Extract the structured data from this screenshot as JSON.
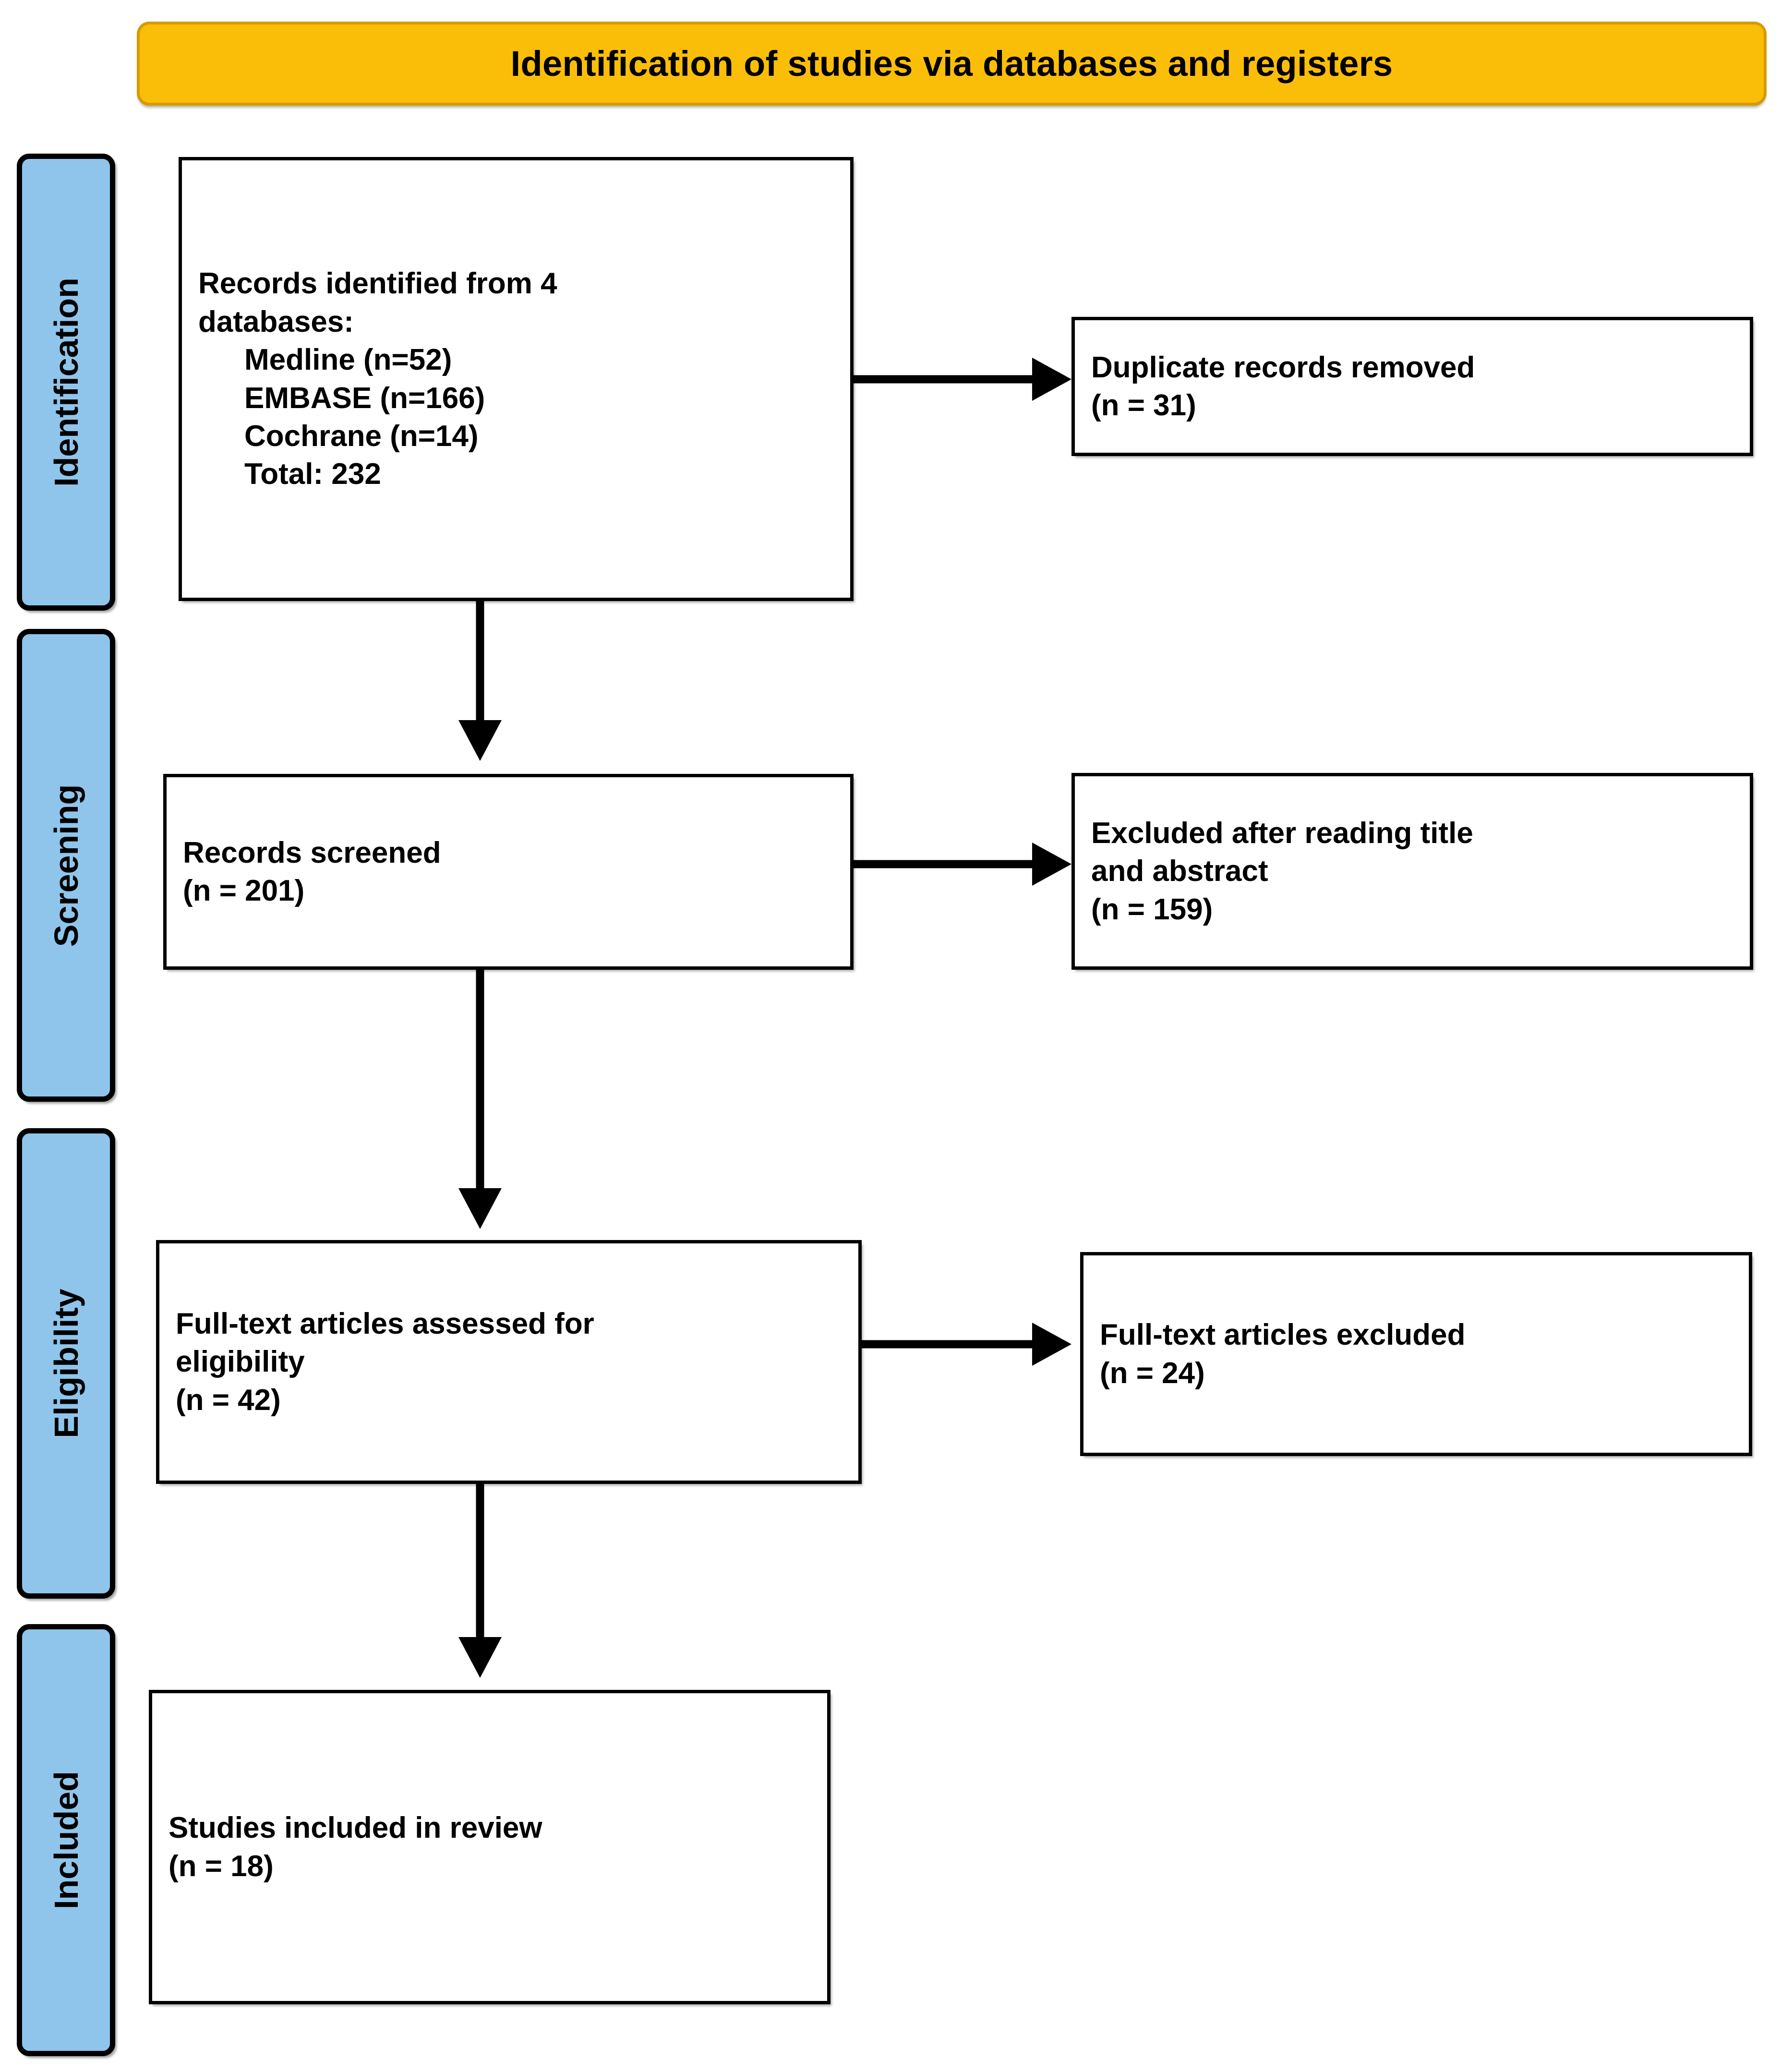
{
  "banner": {
    "title": "Identification of studies via databases and registers",
    "fill": "#FBBE08",
    "border": "#D79A02"
  },
  "stages": [
    {
      "id": "identification",
      "label": "Identification"
    },
    {
      "id": "screening",
      "label": "Screening"
    },
    {
      "id": "eligibility",
      "label": "Eligibility"
    },
    {
      "id": "included",
      "label": "Included"
    }
  ],
  "stage_fill": "#8FC5EB",
  "boxes": {
    "records_identified": {
      "lines": [
        {
          "text": "Records identified from 4",
          "indent": false
        },
        {
          "text": "databases:",
          "indent": false
        },
        {
          "text": "Medline (n=52)",
          "indent": true
        },
        {
          "text": "EMBASE (n=166)",
          "indent": true
        },
        {
          "text": "Cochrane (n=14)",
          "indent": true
        },
        {
          "text": "Total: 232",
          "indent": true
        }
      ]
    },
    "duplicates_removed": {
      "lines": [
        {
          "text": "Duplicate records removed",
          "indent": false
        },
        {
          "text": "(n = 31)",
          "indent": false
        }
      ]
    },
    "records_screened": {
      "lines": [
        {
          "text": "Records screened",
          "indent": false
        },
        {
          "text": "(n = 201)",
          "indent": false
        }
      ]
    },
    "excluded_title_abstract": {
      "lines": [
        {
          "text": "Excluded after reading title",
          "indent": false
        },
        {
          "text": "and abstract",
          "indent": false
        },
        {
          "text": "(n = 159)",
          "indent": false
        }
      ]
    },
    "fulltext_assessed": {
      "lines": [
        {
          "text": "Full-text articles assessed for",
          "indent": false
        },
        {
          "text": "eligibility",
          "indent": false
        },
        {
          "text": "(n = 42)",
          "indent": false
        }
      ]
    },
    "fulltext_excluded": {
      "lines": [
        {
          "text": "Full-text articles excluded",
          "indent": false
        },
        {
          "text": "(n = 24)",
          "indent": false
        }
      ]
    },
    "studies_included": {
      "lines": [
        {
          "text": "Studies included in review",
          "indent": false
        },
        {
          "text": "(n = 18)",
          "indent": false
        }
      ]
    }
  },
  "chart_data": {
    "type": "diagram",
    "title": "Identification of studies via databases and registers",
    "nodes": [
      {
        "id": "records_identified",
        "stage": "Identification",
        "label": "Records identified from 4 databases",
        "sources": [
          {
            "name": "Medline",
            "n": 52
          },
          {
            "name": "EMBASE",
            "n": 166
          },
          {
            "name": "Cochrane",
            "n": 14
          }
        ],
        "total": 232
      },
      {
        "id": "duplicates_removed",
        "stage": "Identification",
        "label": "Duplicate records removed",
        "n": 31
      },
      {
        "id": "records_screened",
        "stage": "Screening",
        "label": "Records screened",
        "n": 201
      },
      {
        "id": "excluded_title_abstract",
        "stage": "Screening",
        "label": "Excluded after reading title and abstract",
        "n": 159
      },
      {
        "id": "fulltext_assessed",
        "stage": "Eligibility",
        "label": "Full-text articles assessed for eligibility",
        "n": 42
      },
      {
        "id": "fulltext_excluded",
        "stage": "Eligibility",
        "label": "Full-text articles excluded",
        "n": 24
      },
      {
        "id": "studies_included",
        "stage": "Included",
        "label": "Studies included in review",
        "n": 18
      }
    ],
    "edges": [
      {
        "from": "records_identified",
        "to": "duplicates_removed",
        "direction": "right"
      },
      {
        "from": "records_identified",
        "to": "records_screened",
        "direction": "down"
      },
      {
        "from": "records_screened",
        "to": "excluded_title_abstract",
        "direction": "right"
      },
      {
        "from": "records_screened",
        "to": "fulltext_assessed",
        "direction": "down"
      },
      {
        "from": "fulltext_assessed",
        "to": "fulltext_excluded",
        "direction": "right"
      },
      {
        "from": "fulltext_assessed",
        "to": "studies_included",
        "direction": "down"
      }
    ]
  }
}
